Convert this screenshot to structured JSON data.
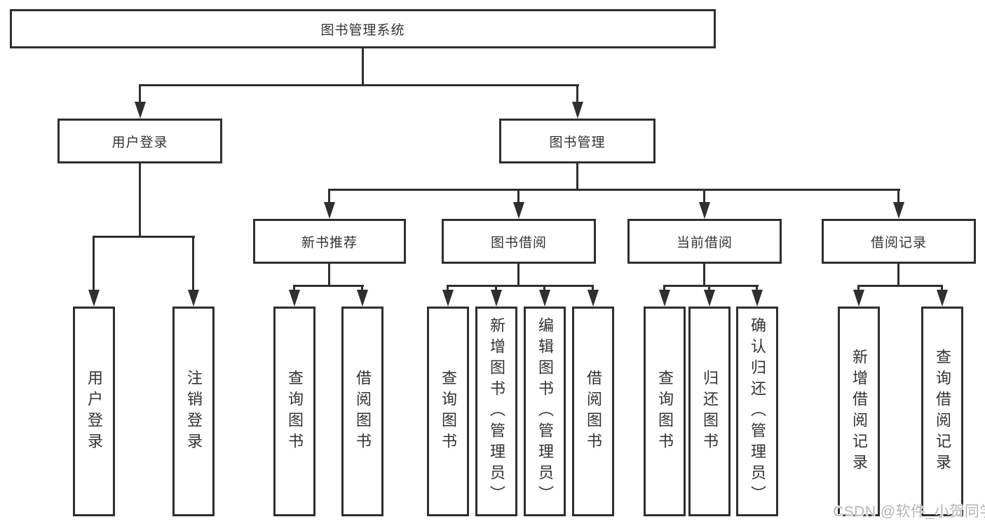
{
  "diagram_title": "图书管理系统",
  "nodes": {
    "root": {
      "label": "图书管理系统"
    },
    "level2": [
      {
        "label": "用户登录"
      },
      {
        "label": "图书管理"
      }
    ],
    "level3": [
      {
        "label": "新书推荐",
        "parent": "图书管理"
      },
      {
        "label": "图书借阅",
        "parent": "图书管理"
      },
      {
        "label": "当前借阅",
        "parent": "图书管理"
      },
      {
        "label": "借阅记录",
        "parent": "图书管理"
      }
    ],
    "leaves": [
      {
        "label": "用户登录",
        "parent": "用户登录"
      },
      {
        "label": "注销登录",
        "parent": "用户登录"
      },
      {
        "label": "查询图书",
        "parent": "新书推荐"
      },
      {
        "label": "借阅图书",
        "parent": "新书推荐"
      },
      {
        "label": "查询图书",
        "parent": "图书借阅"
      },
      {
        "label": "新增图书（管理员）",
        "parent": "图书借阅"
      },
      {
        "label": "编辑图书（管理员）",
        "parent": "图书借阅"
      },
      {
        "label": "借阅图书",
        "parent": "图书借阅"
      },
      {
        "label": "查询图书",
        "parent": "当前借阅"
      },
      {
        "label": "归还图书",
        "parent": "当前借阅"
      },
      {
        "label": "确认归还（管理员）",
        "parent": "当前借阅"
      },
      {
        "label": "新增借阅记录",
        "parent": "借阅记录"
      },
      {
        "label": "查询借阅记录",
        "parent": "借阅记录"
      }
    ]
  },
  "watermark": {
    "text": "CSDN @软件_小贺同学"
  },
  "colors": {
    "line": "#2f2f2f",
    "text": "#333333",
    "background": "#ffffff",
    "watermark": "#b5b5b5"
  }
}
